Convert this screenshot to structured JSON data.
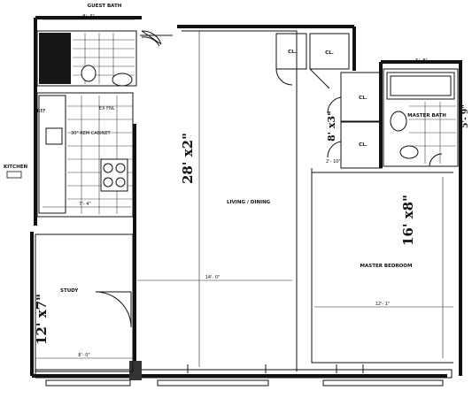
{
  "rooms": {
    "guest_bath": "GUEST BATH",
    "kitchen": "KITCHEN",
    "study": "STUDY",
    "living_dining": "LIVING / DINING",
    "master_bath": "MASTER BATH",
    "master_bedroom": "MASTER BEDROOM",
    "closet": "CL.",
    "fridge": "REF",
    "ex_fnl": "EX FNL",
    "cabinet": "30\" REM CABINET"
  },
  "dimensions": {
    "guest_bath_width": "8'- 3\"",
    "kitchen_width": "7'- 4\"",
    "living_depth": "28' x2\"",
    "living_width": "14'- 0\"",
    "study_depth": "12' x7\"",
    "study_width": "8'- 0\"",
    "bedroom_depth": "16' x8\"",
    "bedroom_width": "12'- 1\"",
    "master_bath_width": "5'- 8\"",
    "master_bath_depth": "5'- 9\"",
    "closet_depth": "8' x3\"",
    "closet_width": "2'- 10\""
  }
}
